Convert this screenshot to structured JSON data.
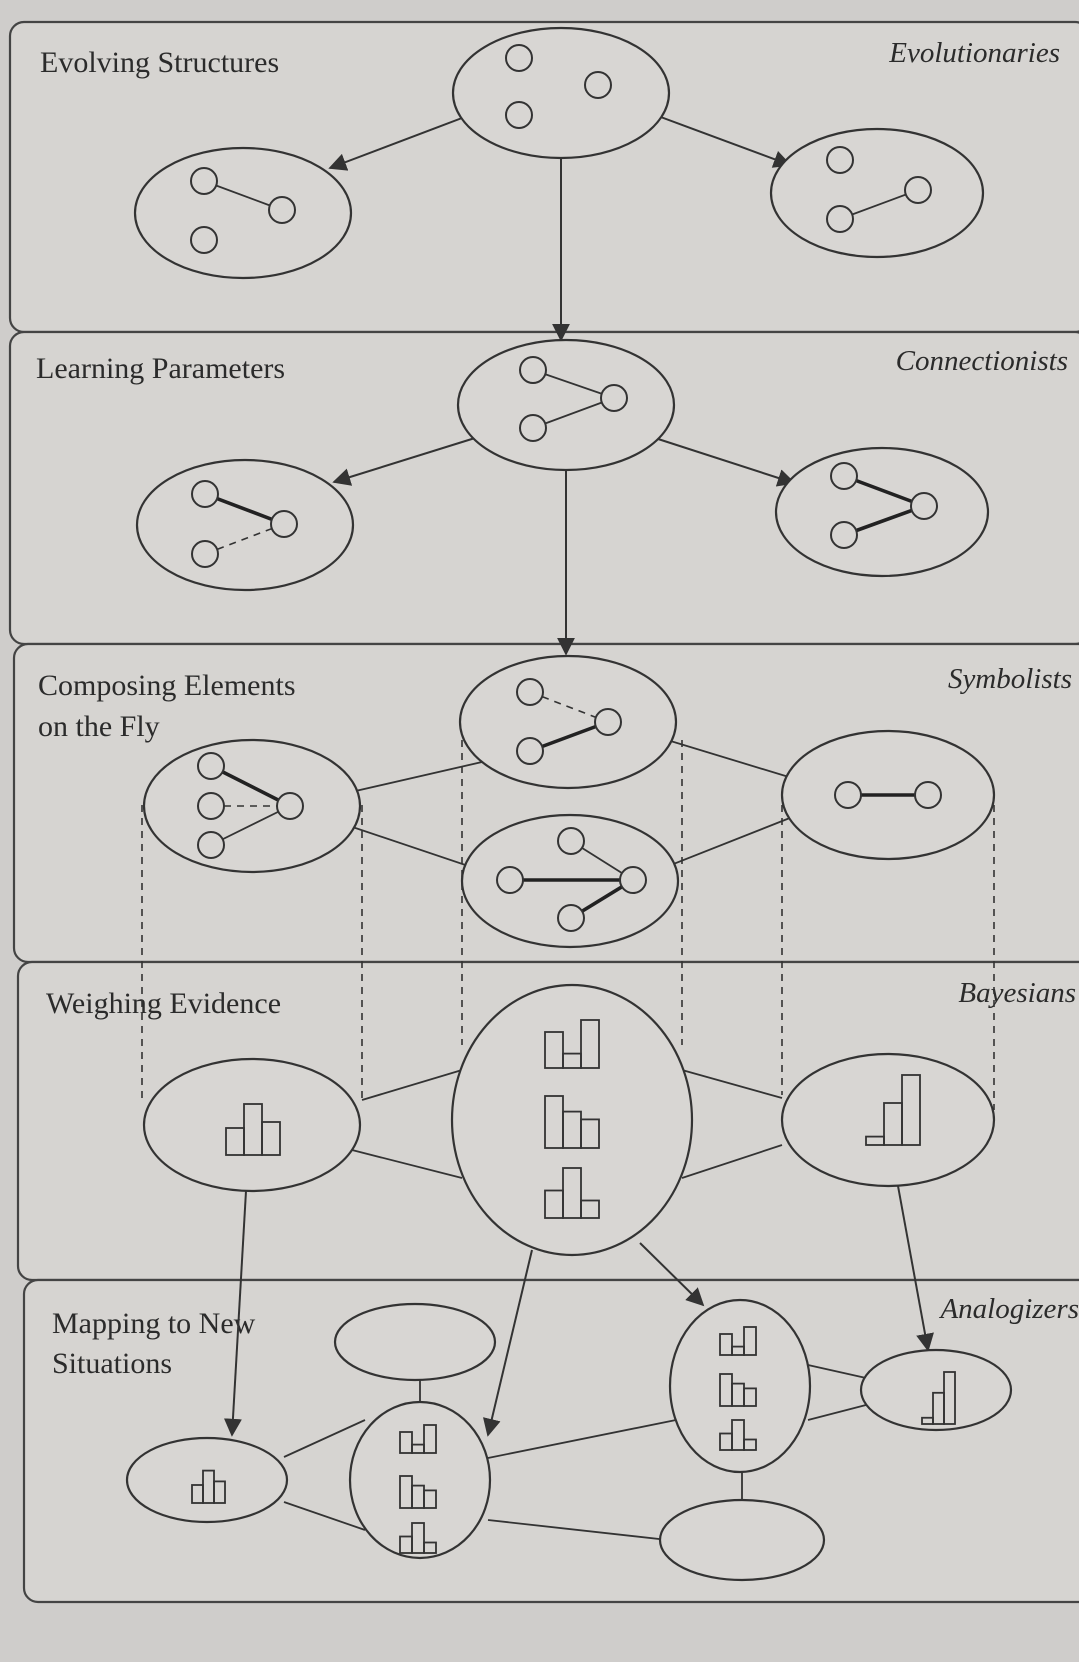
{
  "sections": [
    {
      "title_lines": [
        "Evolving Structures"
      ],
      "tribe": "Evolutionaries"
    },
    {
      "title_lines": [
        "Learning Parameters"
      ],
      "tribe": "Connectionists"
    },
    {
      "title_lines": [
        "Composing Elements",
        "on the Fly"
      ],
      "tribe": "Symbolists"
    },
    {
      "title_lines": [
        "Weighing Evidence"
      ],
      "tribe": "Bayesians"
    },
    {
      "title_lines": [
        "Mapping to New",
        "Situations"
      ],
      "tribe": "Analogizers"
    }
  ],
  "histograms": {
    "bayes_left": [
      0.45,
      0.85,
      0.55
    ],
    "bayes_center_top": [
      0.75,
      0.3,
      1.0
    ],
    "bayes_center_mid": [
      1.0,
      0.7,
      0.55
    ],
    "bayes_center_bot": [
      0.55,
      1.0,
      0.35
    ],
    "bayes_right": [
      0.12,
      0.6,
      1.0
    ],
    "analog_left": [
      0.5,
      0.9,
      0.6
    ],
    "analog_center_top": [
      0.75,
      0.3,
      1.0
    ],
    "analog_center_mid": [
      1.0,
      0.7,
      0.55
    ],
    "analog_center_bot": [
      0.55,
      1.0,
      0.35
    ],
    "analog_right_top": [
      0.75,
      0.3,
      1.0
    ],
    "analog_right_mid": [
      1.0,
      0.7,
      0.55
    ],
    "analog_right_bot": [
      0.55,
      1.0,
      0.35
    ],
    "analog_far_right": [
      0.12,
      0.6,
      1.0
    ]
  }
}
